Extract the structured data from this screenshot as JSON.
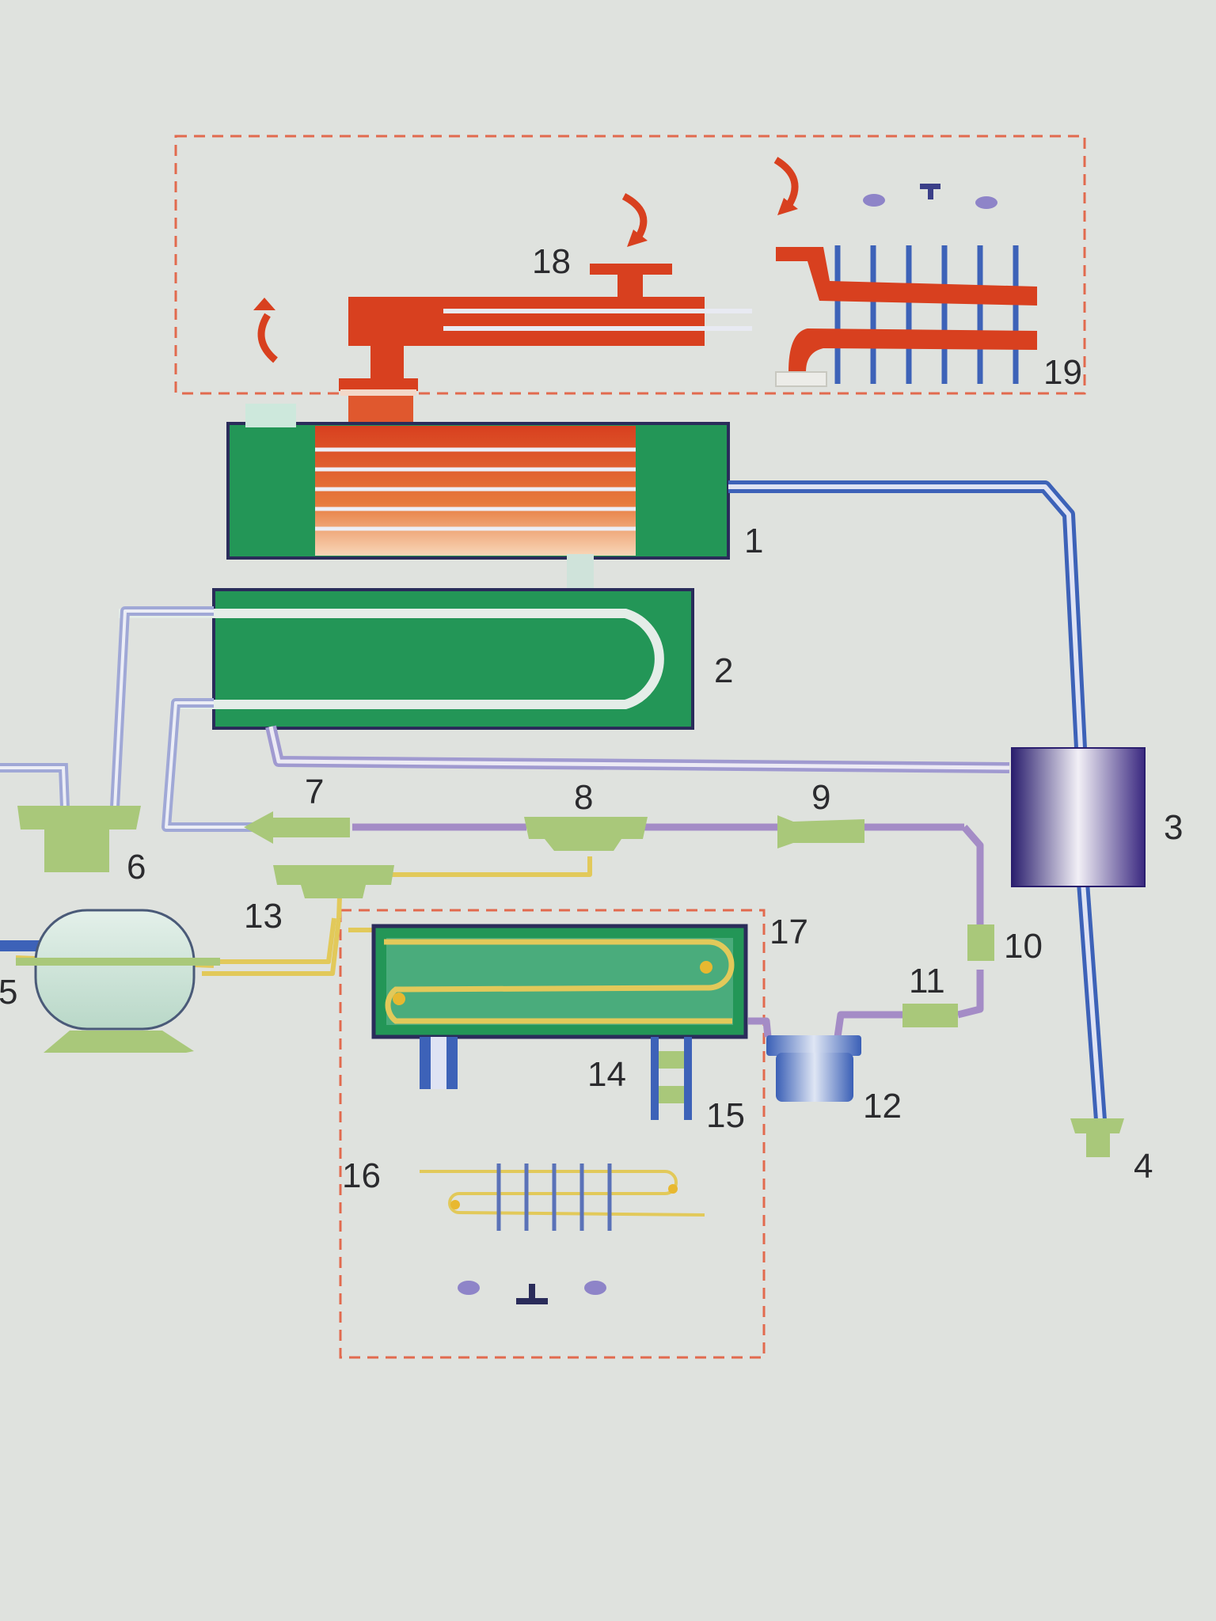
{
  "diagram": {
    "colors": {
      "background": "#dfe2de",
      "hot_pipe": "#d8401f",
      "cold_pipe": "#3d62b8",
      "refrigerant_line": "#e2c95a",
      "liquid_line": "#a48cc6",
      "vessel_green": "#239657",
      "fitting_green": "#a9c87a",
      "boundary_dash": "#e26a4e",
      "separator_purple": "#3a2a7c"
    },
    "labels": {
      "n1": "1",
      "n2": "2",
      "n3": "3",
      "n4": "4",
      "n5": "5",
      "n6": "6",
      "n7": "7",
      "n8": "8",
      "n9": "9",
      "n10": "10",
      "n11": "11",
      "n12": "12",
      "n13": "13",
      "n14": "14",
      "n15": "15",
      "n16": "16",
      "n17": "17",
      "n18": "18",
      "n19": "19"
    },
    "icons": [
      "heat-flow-arrow-icon",
      "fan-icon"
    ]
  }
}
